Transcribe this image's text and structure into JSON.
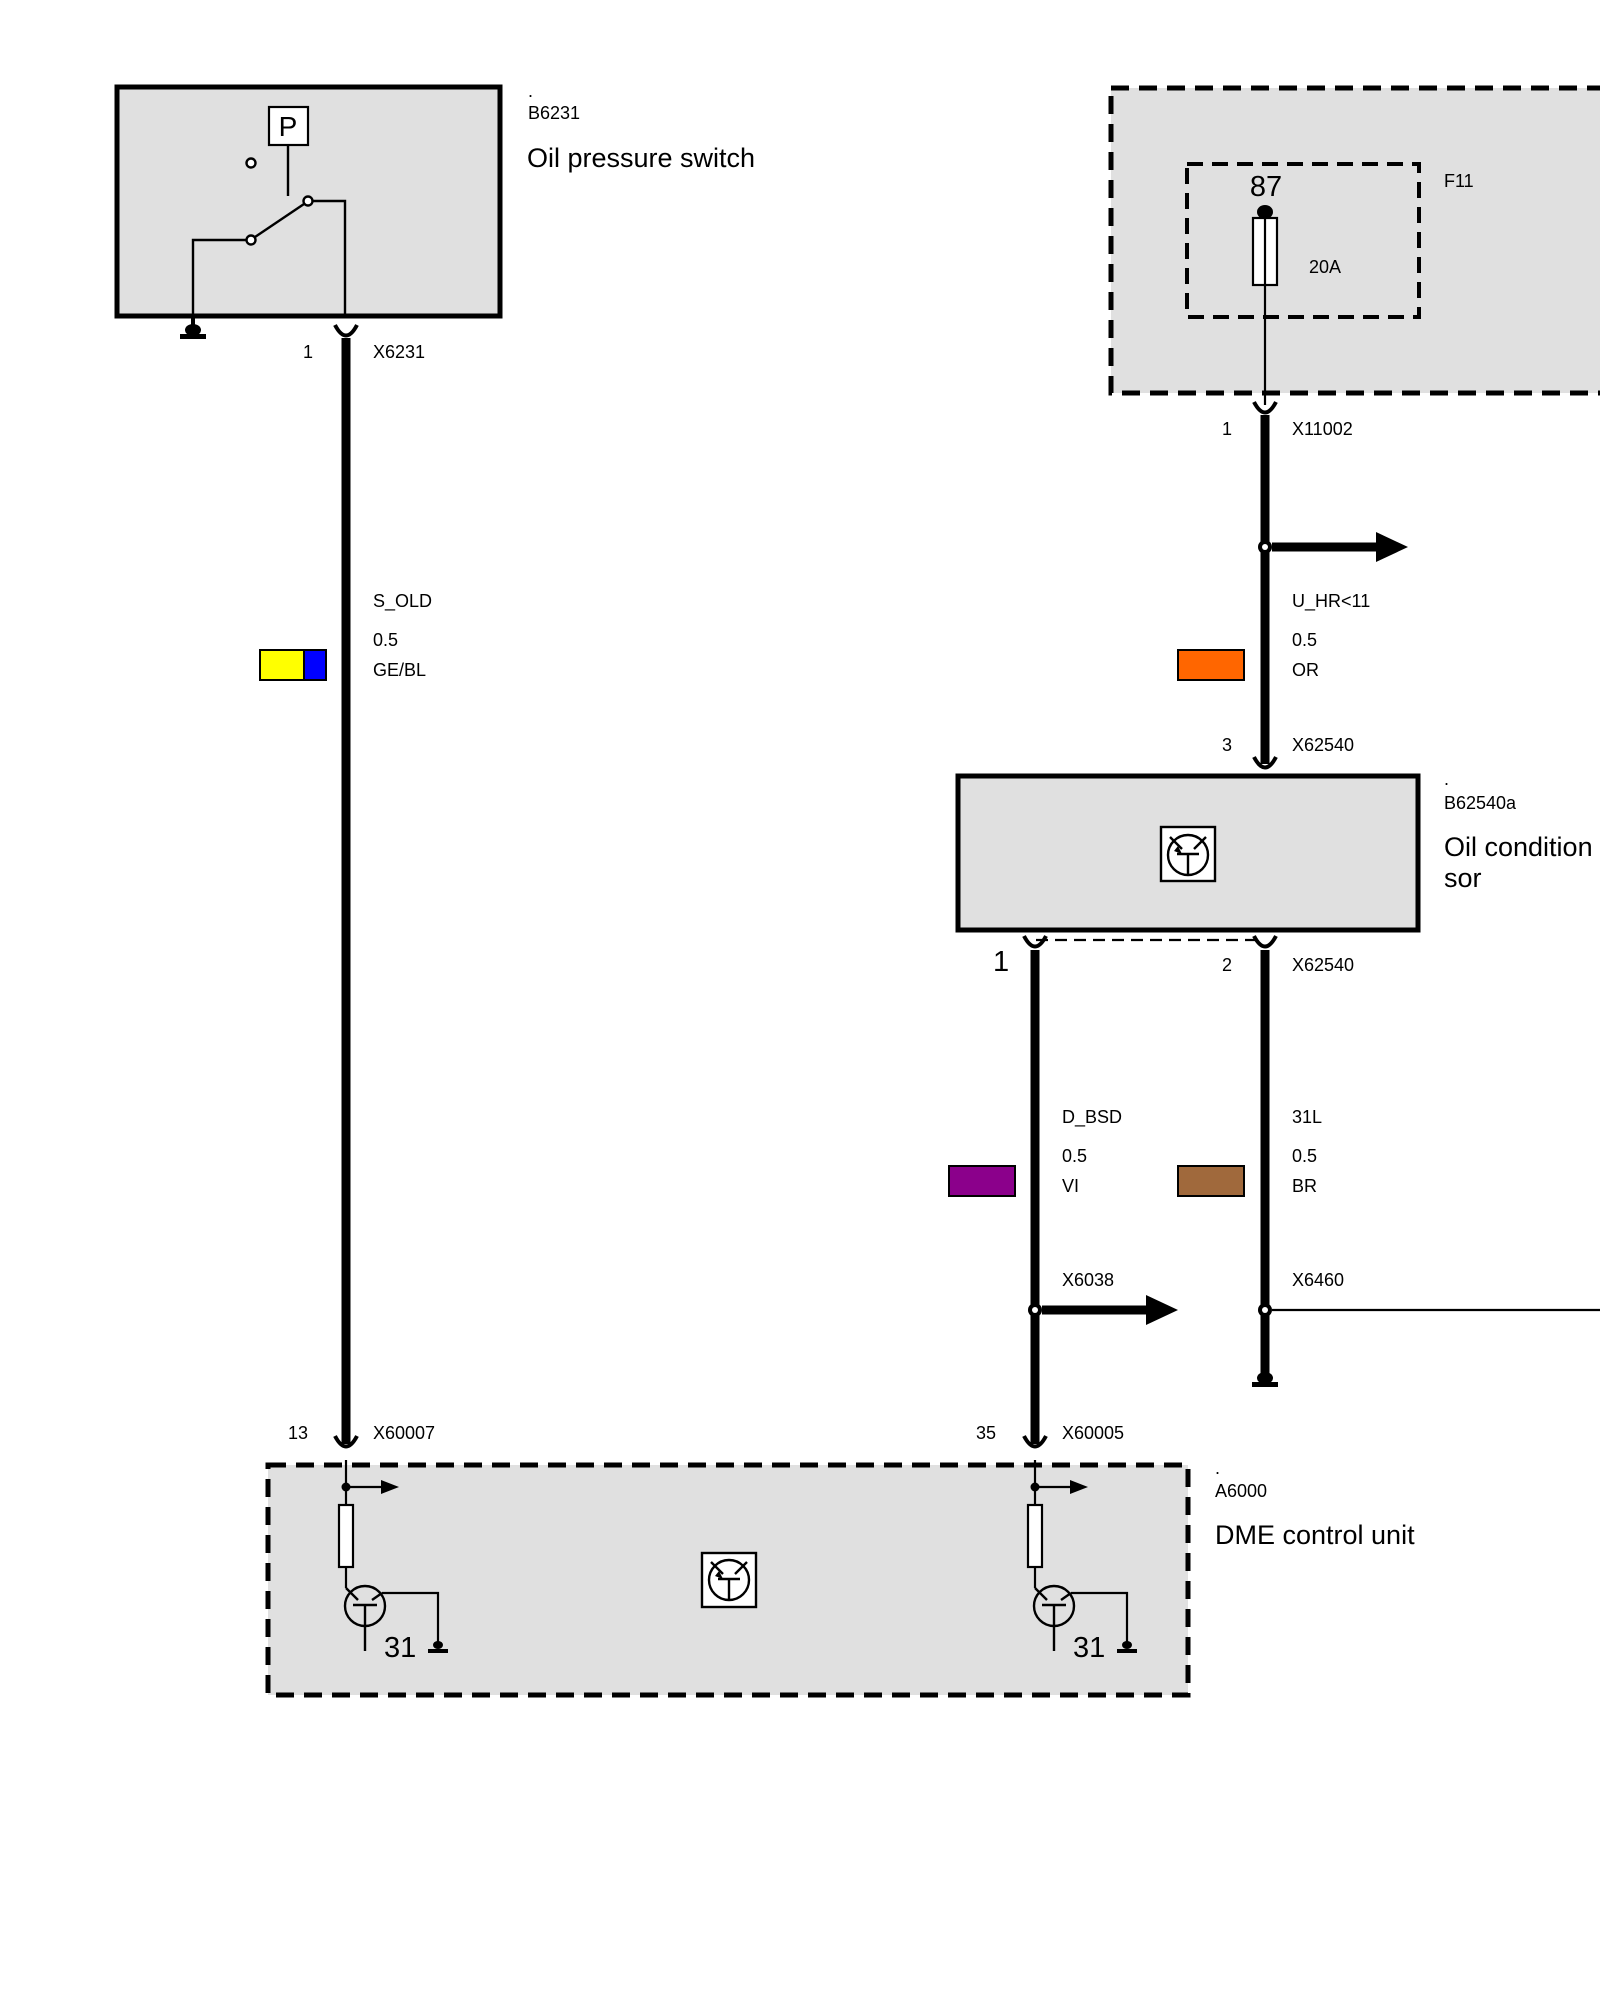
{
  "components": {
    "oil_pressure_switch": {
      "dot": ".",
      "code": "B6231",
      "name": "Oil pressure switch",
      "symbol": "P"
    },
    "fuse_box": {
      "code": "F11",
      "terminal": "87",
      "rating": "20A"
    },
    "oil_condition_sensor": {
      "dot": ".",
      "code": "B62540a",
      "name_line1": "Oil condition",
      "name_line2": "sor"
    },
    "dme": {
      "dot": ".",
      "code": "A6000",
      "name": "DME control unit",
      "ground_left": "31",
      "ground_right": "31"
    }
  },
  "connectors": {
    "x6231": {
      "pin": "1",
      "code": "X6231"
    },
    "x11002": {
      "pin": "1",
      "code": "X11002"
    },
    "x62540_top": {
      "pin": "3",
      "code": "X62540"
    },
    "x62540_bottom_left": {
      "pin": "1"
    },
    "x62540_bottom_right": {
      "pin": "2",
      "code": "X62540"
    },
    "x6038": {
      "code": "X6038"
    },
    "x6460": {
      "code": "X6460"
    },
    "x60007": {
      "pin": "13",
      "code": "X60007"
    },
    "x60005": {
      "pin": "35",
      "code": "X60005"
    }
  },
  "wires": {
    "s_old": {
      "signal": "S_OLD",
      "size": "0.5",
      "color_code": "GE/BL",
      "colors": [
        "#ffff00",
        "#0000ff"
      ]
    },
    "u_hr": {
      "signal": "U_HR<11",
      "size": "0.5",
      "color_code": "OR",
      "colors": [
        "#ff6600"
      ]
    },
    "d_bsd": {
      "signal": "D_BSD",
      "size": "0.5",
      "color_code": "VI",
      "colors": [
        "#8b008b"
      ]
    },
    "l31": {
      "signal": "31L",
      "size": "0.5",
      "color_code": "BR",
      "colors": [
        "#a0693c"
      ]
    }
  }
}
